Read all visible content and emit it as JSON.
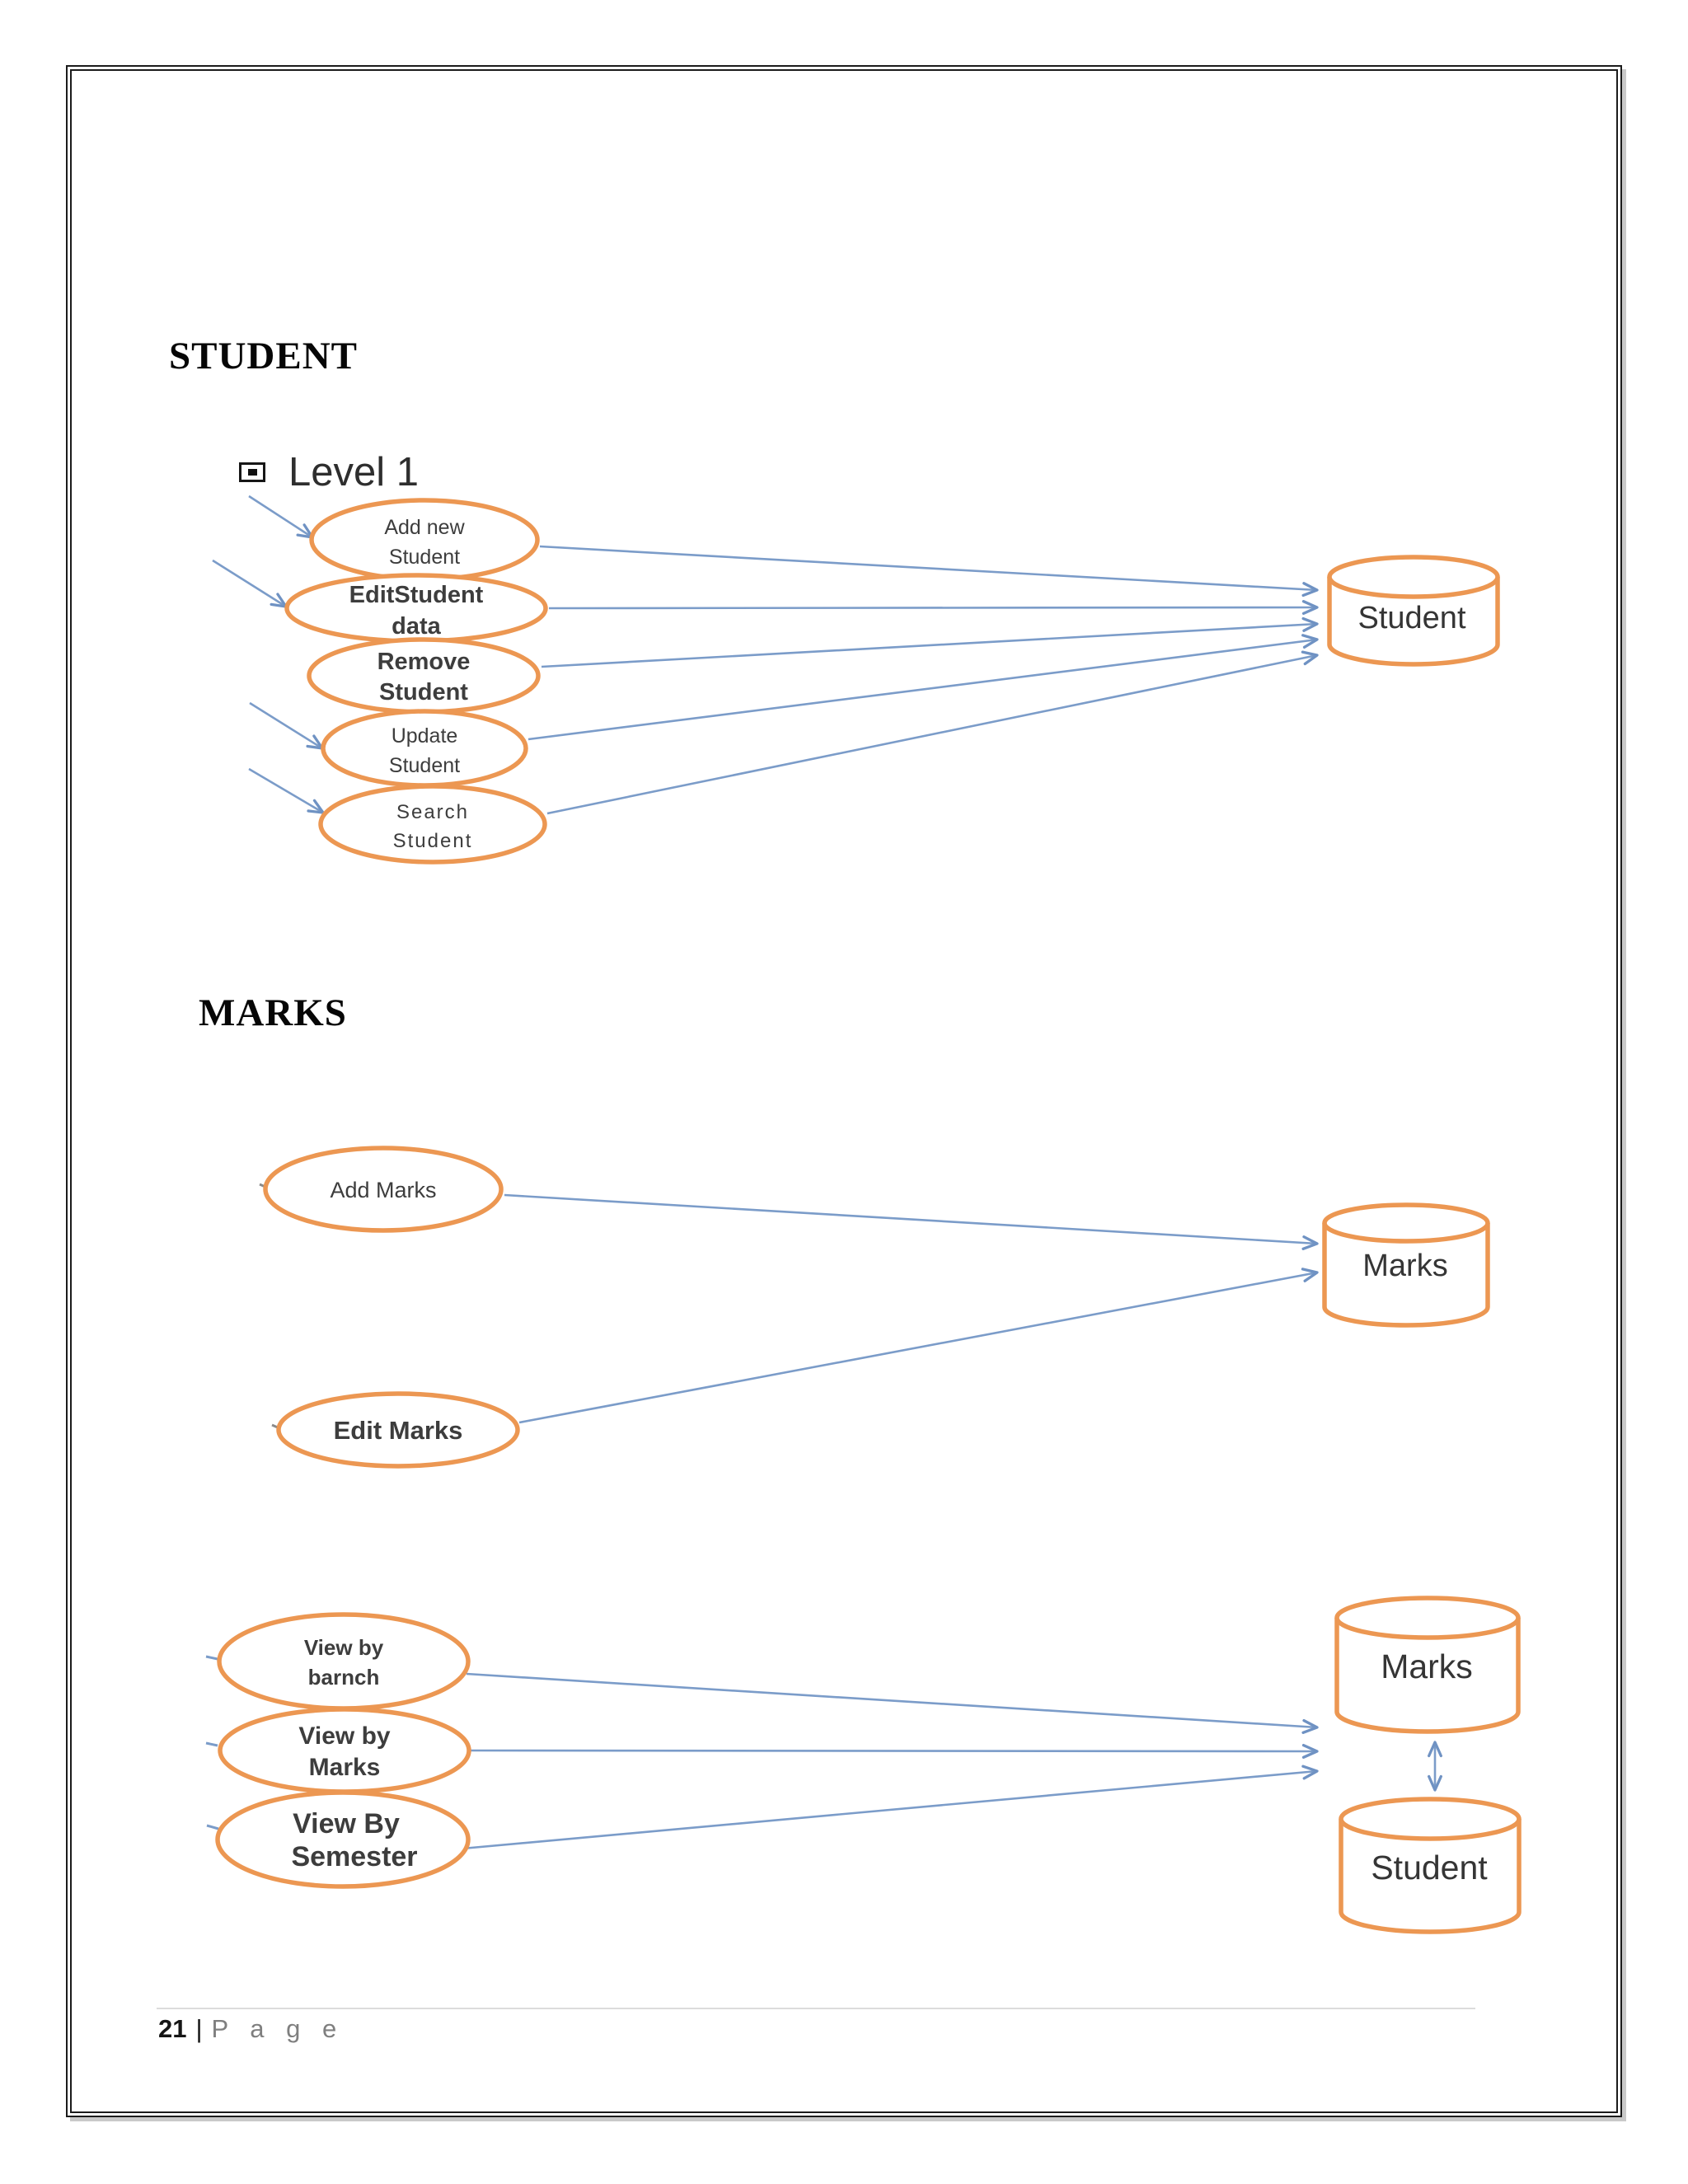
{
  "doc": {
    "student": {
      "heading": "STUDENT",
      "level_label": "Level 1",
      "processes": [
        {
          "line1": "Add new",
          "line2": "Student"
        },
        {
          "line1": "EditStudent",
          "line2": "data"
        },
        {
          "line1": "Remove",
          "line2": "Student"
        },
        {
          "line1": "Update",
          "line2": "Student"
        },
        {
          "line1": "Search",
          "line2": "Student"
        }
      ],
      "datastore": "Student"
    },
    "marks": {
      "heading": "MARKS",
      "processes": [
        {
          "label": "Add Marks"
        },
        {
          "label": "Edit Marks"
        }
      ],
      "datastore": "Marks"
    },
    "views": {
      "processes": [
        {
          "line1": "View by",
          "line2": "barnch"
        },
        {
          "line1": "View by",
          "line2": "Marks"
        },
        {
          "line1": "View By",
          "line2": "Semester"
        }
      ],
      "datastore_top": "Marks",
      "datastore_bottom": "Student"
    },
    "footer": {
      "page_number": "21",
      "divider": "|",
      "page_label": "P a g e"
    },
    "colors": {
      "shape_stroke": "#EC9752",
      "flow_line": "#7B9CC9",
      "shape_text": "#3d3d3d",
      "border": "#1b1b1b"
    }
  }
}
